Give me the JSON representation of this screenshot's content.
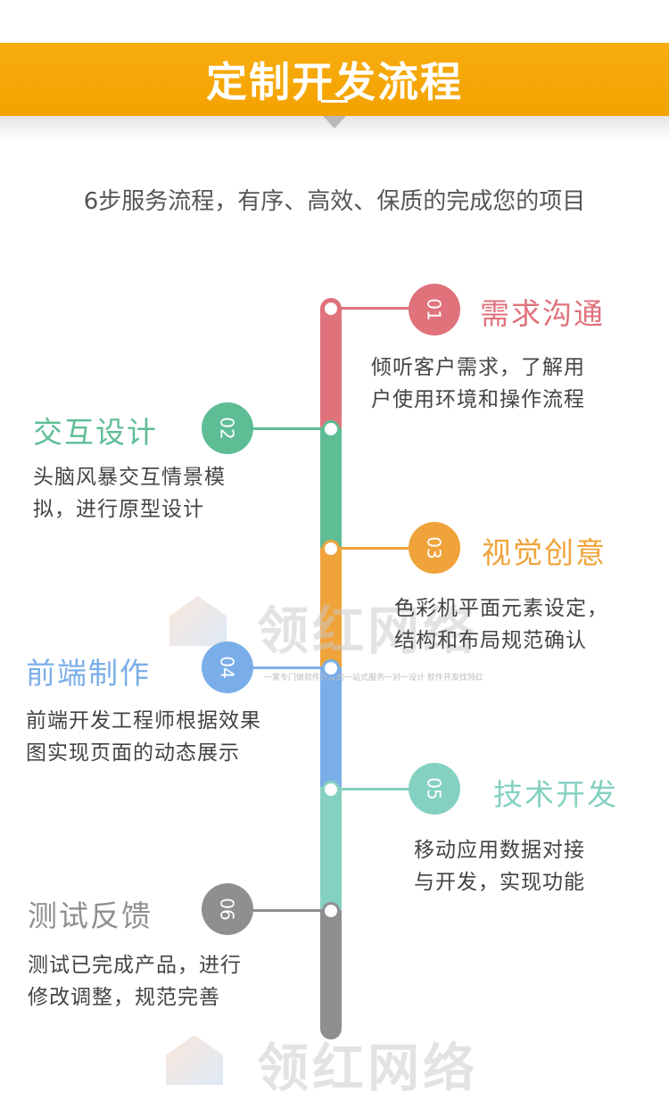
{
  "header": {
    "title": "定制开发流程",
    "subtitle": "6步服务流程，有序、高效、保质的完成您的项目"
  },
  "steps": [
    {
      "num": "01",
      "title": "需求沟通",
      "desc1": "倾听客户需求，了解用",
      "desc2": "户使用环境和操作流程",
      "color": "#e0727c"
    },
    {
      "num": "02",
      "title": "交互设计",
      "desc1": "头脑风暴交互情景模",
      "desc2": "拟，进行原型设计",
      "color": "#5ebd95"
    },
    {
      "num": "03",
      "title": "视觉创意",
      "desc1": "色彩机平面元素设定，",
      "desc2": "结构和布局规范确认",
      "color": "#f0a33a"
    },
    {
      "num": "04",
      "title": "前端制作",
      "desc1": "前端开发工程师根据效果",
      "desc2": "图实现页面的动态展示",
      "color": "#7aaee8"
    },
    {
      "num": "05",
      "title": "技术开发",
      "desc1": "移动应用数据对接",
      "desc2": "与开发，实现功能",
      "color": "#85d1c1"
    },
    {
      "num": "06",
      "title": "测试反馈",
      "desc1": "测试已完成产品，进行",
      "desc2": "修改调整，规范完善",
      "color": "#8f8f8f"
    }
  ],
  "watermark": {
    "brand": "领红网络",
    "tagline": "一家专门做软件开发的一站式服务一对一设计 软件开发找领红"
  }
}
